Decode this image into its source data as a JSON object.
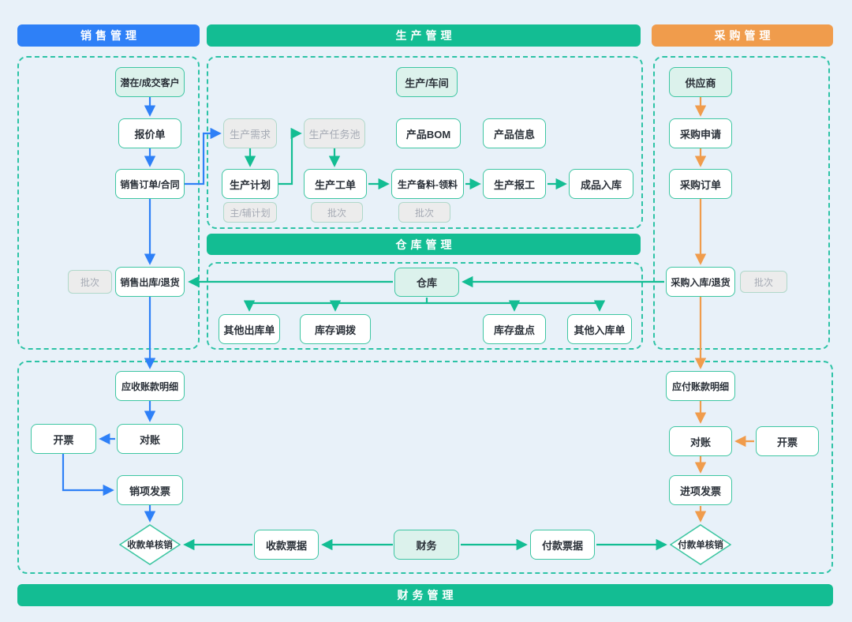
{
  "headers": {
    "sales": "销售管理",
    "production": "生产管理",
    "purchase": "采购管理",
    "warehouse": "仓库管理",
    "finance": "财务管理"
  },
  "colors": {
    "accent_blue": "#2e80f7",
    "accent_teal": "#13bd93",
    "accent_orange": "#f09c4c",
    "node_border": "#3ec6a2",
    "node_fill_highlight": "#dcf2ec",
    "disabled_fill": "#ececec",
    "disabled_text": "#a6abb5",
    "background": "#e8f1f9"
  },
  "nodes": {
    "customer": "潜在/成交客户",
    "quotation": "报价单",
    "sales_order": "销售订单/合同",
    "batch_sales": "批次",
    "sales_outbound": "销售出库/退货",
    "receivable": "应收账款明细",
    "invoice_left": "开票",
    "reconcile_left": "对账",
    "output_invoice": "销项发票",
    "receipt_writeoff": "收款单核销",
    "receipt_bill": "收款票据",
    "finance_dept": "财务",
    "payment_bill": "付款票据",
    "payment_writeoff": "付款单核销",
    "workshop": "生产/车间",
    "prod_demand": "生产需求",
    "prod_task_pool": "生产任务池",
    "product_bom": "产品BOM",
    "product_info": "产品信息",
    "prod_plan": "生产计划",
    "prod_workorder": "生产工单",
    "prod_material": "生产备料-领料",
    "prod_report": "生产报工",
    "finished_inbound": "成品入库",
    "main_aux_plan": "主/辅计划",
    "batch_workorder": "批次",
    "batch_material": "批次",
    "warehouse_node": "仓库",
    "other_outbound": "其他出库单",
    "stock_transfer": "库存调拨",
    "stock_check": "库存盘点",
    "other_inbound": "其他入库单",
    "supplier": "供应商",
    "purchase_request": "采购申请",
    "purchase_order": "采购订单",
    "purchase_inbound": "采购入库/退货",
    "batch_purchase": "批次",
    "payable": "应付账款明细",
    "reconcile_right": "对账",
    "invoice_right": "开票",
    "input_invoice": "进项发票"
  }
}
